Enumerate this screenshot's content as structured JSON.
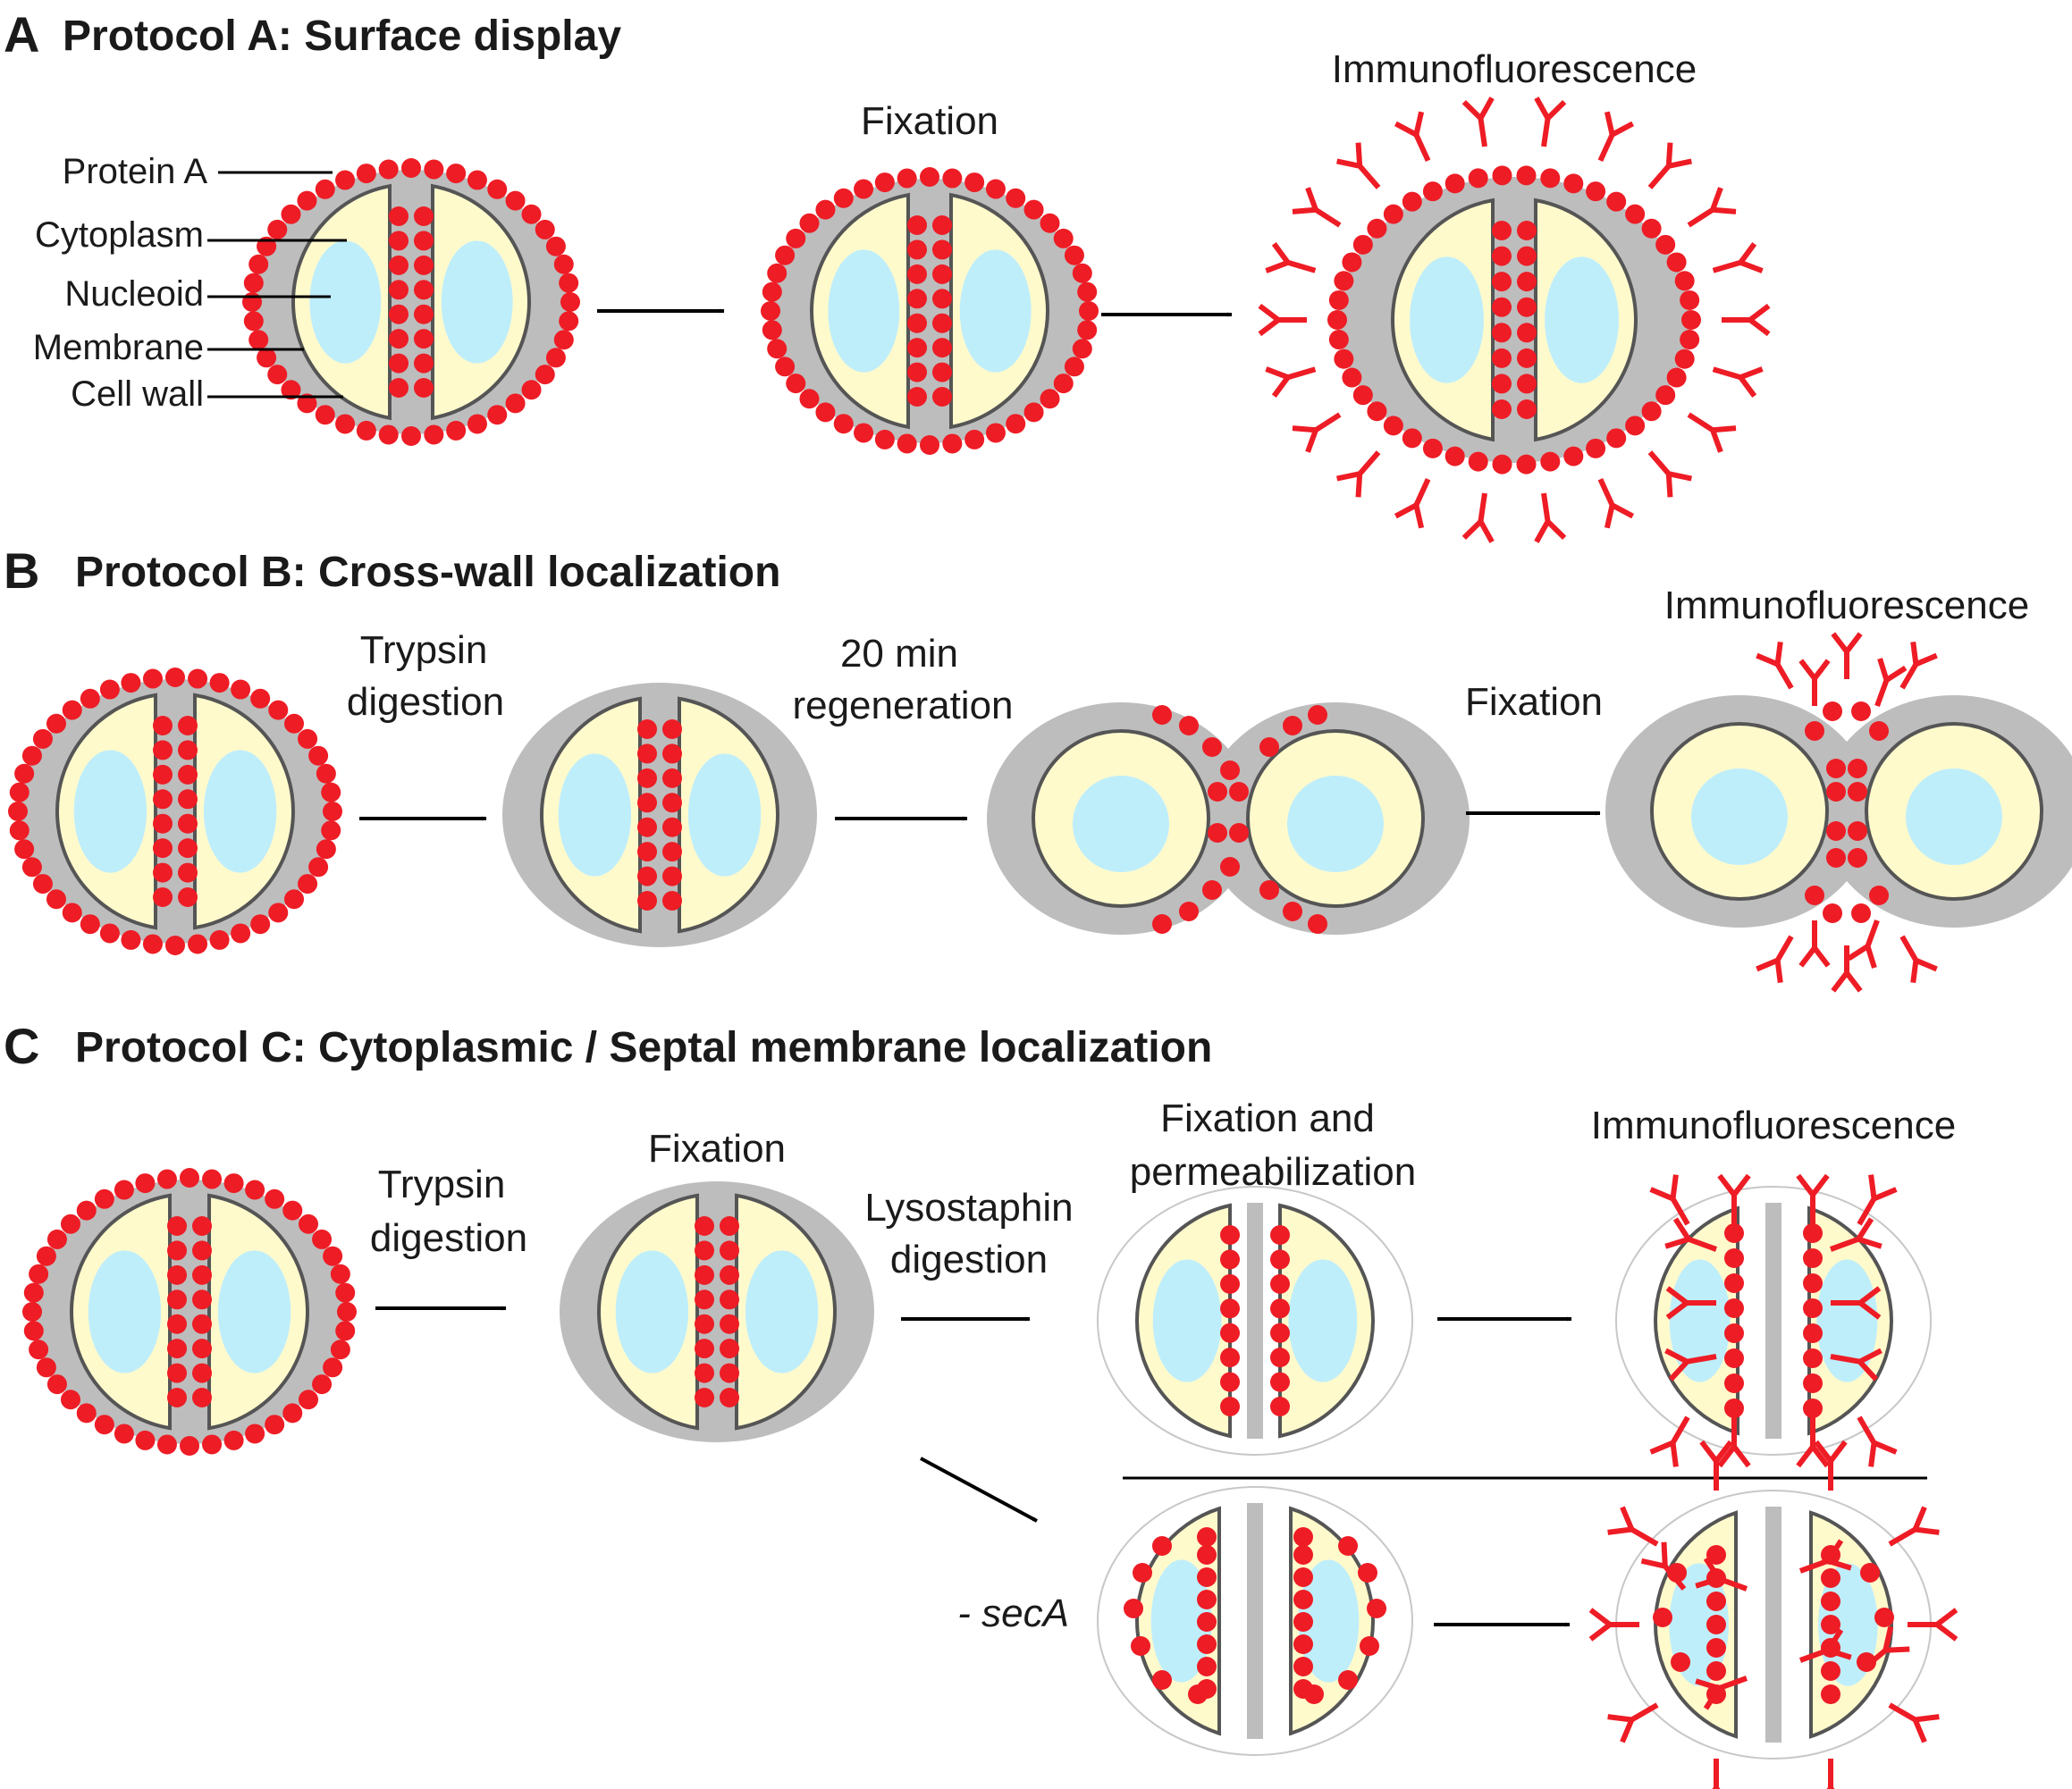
{
  "colors": {
    "wall": "#bdbdbd",
    "cytoplasm": "#fffacc",
    "nucleoid": "#bfeefb",
    "membrane": "#555555",
    "protein": "#ee1c25",
    "antibody": "#ee1c25",
    "arrow": "#000000"
  },
  "panelA": {
    "letter": "A",
    "title": "Protocol A: Surface display",
    "legend": [
      "Protein A",
      "Cytoplasm",
      "Nucleoid",
      "Membrane",
      "Cell wall"
    ],
    "step_fixation": "Fixation",
    "step_immuno": "Immunofluorescence"
  },
  "panelB": {
    "letter": "B",
    "title": "Protocol B: Cross-wall localization",
    "step_trypsin_1": "Trypsin",
    "step_trypsin_2": "digestion",
    "step_regen_1": "20 min",
    "step_regen_2": "regeneration",
    "step_fixation": "Fixation",
    "step_immuno": "Immunofluorescence"
  },
  "panelC": {
    "letter": "C",
    "title": "Protocol C: Cytoplasmic / Septal membrane localization",
    "step_trypsin_1": "Trypsin",
    "step_trypsin_2": "digestion",
    "step_fixation": "Fixation",
    "step_lyso_1": "Lysostaphin",
    "step_lyso_2": "digestion",
    "step_perm_1": "Fixation and",
    "step_perm_2": "permeabilization",
    "step_immuno": "Immunofluorescence",
    "secA_label": "- secA"
  }
}
